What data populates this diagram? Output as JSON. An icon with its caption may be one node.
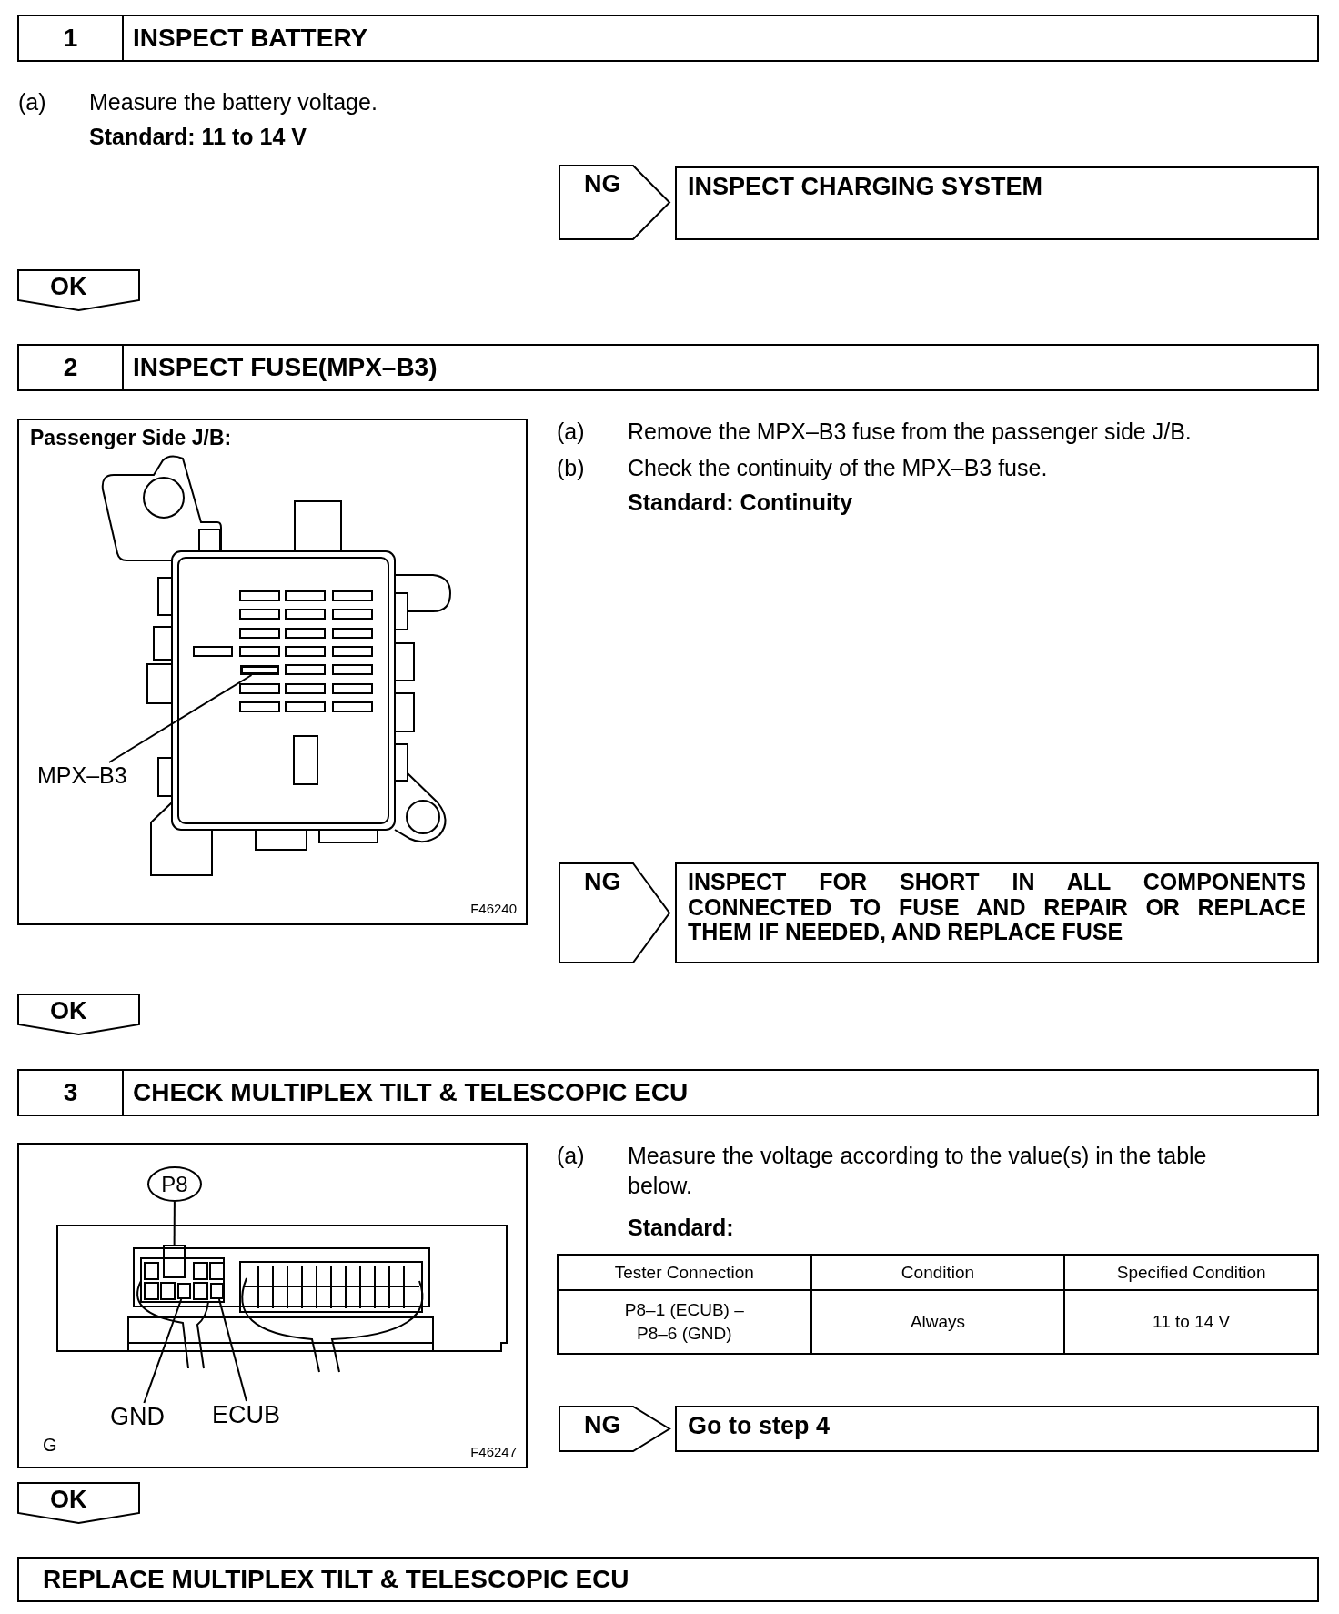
{
  "diagram": {
    "nodes": [
      {
        "text": [
          "1",
          "INSPECT BATTERY"
        ]
      },
      {
        "text": [
          "NG"
        ]
      },
      {
        "text": [
          "INSPECT CHARGING SYSTEM"
        ]
      },
      {
        "text": [
          "OK"
        ]
      },
      {
        "text": [
          "2",
          "INSPECT FUSE(MPX–B3)"
        ]
      },
      {
        "text": [
          "Passenger Side J/B:",
          "F46240"
        ]
      },
      {
        "text": [
          "MPX–B3"
        ],
        "in": 5
      },
      {
        "text": [],
        "shape": "box",
        "in": 5
      },
      {
        "text": [
          "NG"
        ]
      },
      {
        "text": [
          "INSPECT FOR SHORT IN ALL COMPONENTS CONNECTED TO FUSE AND REPAIR OR REPLACE THEM IF NEEDED, AND REPLACE FUSE"
        ]
      },
      {
        "text": [
          "OK"
        ]
      },
      {
        "text": [
          "3",
          "CHECK MULTIPLEX TILT & TELESCOPIC ECU"
        ]
      },
      {
        "text": [
          "G",
          "F46247"
        ]
      },
      {
        "text": [
          "P8"
        ],
        "in": 12
      },
      {
        "text": [],
        "shape": "box",
        "in": 12
      },
      {
        "text": [
          "GND"
        ],
        "in": 12
      },
      {
        "text": [],
        "shape": "box",
        "in": 12
      },
      {
        "text": [
          "ECUB"
        ],
        "in": 12
      },
      {
        "text": [],
        "shape": "box",
        "in": 12
      },
      {
        "text": [
          "NG"
        ]
      },
      {
        "text": [
          "Go to step 4"
        ]
      },
      {
        "text": [
          "OK"
        ]
      },
      {
        "text": [
          "REPLACE MULTIPLEX TILT & TELESCOPIC ECU"
        ]
      }
    ],
    "edges": [
      {
        "from": 6,
        "to": 7,
        "arrow": "none"
      },
      {
        "from": 13,
        "to": 14,
        "arrow": "none"
      },
      {
        "from": 15,
        "to": 16,
        "arrow": "none"
      },
      {
        "from": 17,
        "to": 18,
        "arrow": "none"
      }
    ],
    "labels": [
      "(a)",
      "Measure the battery voltage.",
      "Standard: 11 to 14 V",
      "(a)",
      "Remove the MPX–B3 fuse from the passenger side J/B.",
      "(b)",
      "Check the continuity of the MPX–B3 fuse.",
      "Standard: Continuity",
      "(a)",
      "Measure the voltage according to the value(s) in the table below.",
      "Standard:",
      "Tester Connection",
      "Condition",
      "Specified Condition",
      "P8–1 (ECUB) – P8–6 (GND)",
      "Always",
      "11 to 14 V"
    ]
  }
}
